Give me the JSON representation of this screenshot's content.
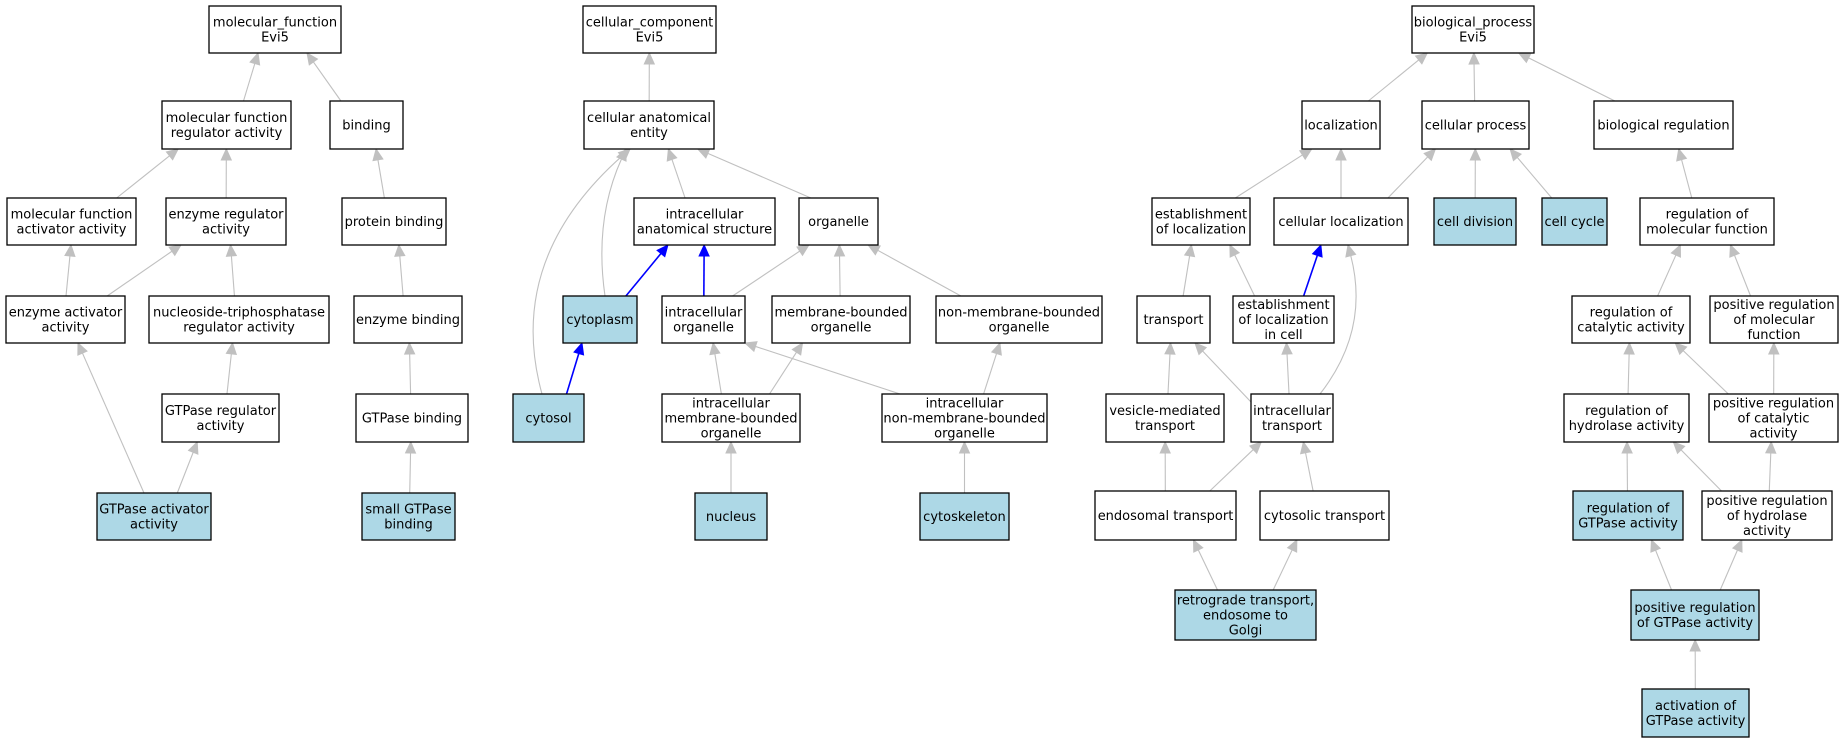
{
  "colors": {
    "highlight_fill": "#add8e6",
    "plain_fill": "#ffffff",
    "edge_default": "#c0c0c0",
    "edge_highlight": "#0000ff",
    "stroke": "#000000"
  },
  "nodes": [
    {
      "id": "mf_root",
      "lines": [
        "molecular_function",
        "Evi5"
      ],
      "highlight": false
    },
    {
      "id": "mf_reg",
      "lines": [
        "molecular function",
        "regulator activity"
      ],
      "highlight": false
    },
    {
      "id": "binding",
      "lines": [
        "binding"
      ],
      "highlight": false
    },
    {
      "id": "mf_act",
      "lines": [
        "molecular function",
        "activator activity"
      ],
      "highlight": false
    },
    {
      "id": "enz_reg",
      "lines": [
        "enzyme regulator",
        "activity"
      ],
      "highlight": false
    },
    {
      "id": "prot_bind",
      "lines": [
        "protein binding"
      ],
      "highlight": false
    },
    {
      "id": "enz_act",
      "lines": [
        "enzyme activator",
        "activity"
      ],
      "highlight": false
    },
    {
      "id": "ntp_reg",
      "lines": [
        "nucleoside-triphosphatase",
        "regulator activity"
      ],
      "highlight": false
    },
    {
      "id": "enz_bind",
      "lines": [
        "enzyme binding"
      ],
      "highlight": false
    },
    {
      "id": "gtp_reg",
      "lines": [
        "GTPase regulator",
        "activity"
      ],
      "highlight": false
    },
    {
      "id": "gtp_bind",
      "lines": [
        "GTPase binding"
      ],
      "highlight": false
    },
    {
      "id": "gap",
      "lines": [
        "GTPase activator",
        "activity"
      ],
      "highlight": true
    },
    {
      "id": "sm_gtp",
      "lines": [
        "small GTPase",
        "binding"
      ],
      "highlight": true
    },
    {
      "id": "cc_root",
      "lines": [
        "cellular_component",
        "Evi5"
      ],
      "highlight": false
    },
    {
      "id": "cae",
      "lines": [
        "cellular anatomical",
        "entity"
      ],
      "highlight": false
    },
    {
      "id": "ias",
      "lines": [
        "intracellular",
        "anatomical structure"
      ],
      "highlight": false
    },
    {
      "id": "organelle",
      "lines": [
        "organelle"
      ],
      "highlight": false
    },
    {
      "id": "cytoplasm",
      "lines": [
        "cytoplasm"
      ],
      "highlight": true
    },
    {
      "id": "intra_org",
      "lines": [
        "intracellular",
        "organelle"
      ],
      "highlight": false
    },
    {
      "id": "mem_org",
      "lines": [
        "membrane-bounded",
        "organelle"
      ],
      "highlight": false
    },
    {
      "id": "nonmem_org",
      "lines": [
        "non-membrane-bounded",
        "organelle"
      ],
      "highlight": false
    },
    {
      "id": "cytosol",
      "lines": [
        "cytosol"
      ],
      "highlight": true
    },
    {
      "id": "imbo",
      "lines": [
        "intracellular",
        "membrane-bounded",
        "organelle"
      ],
      "highlight": false
    },
    {
      "id": "inmbo",
      "lines": [
        "intracellular",
        "non-membrane-bounded",
        "organelle"
      ],
      "highlight": false
    },
    {
      "id": "nucleus",
      "lines": [
        "nucleus"
      ],
      "highlight": true
    },
    {
      "id": "cytoskeleton",
      "lines": [
        "cytoskeleton"
      ],
      "highlight": true
    },
    {
      "id": "bp_root",
      "lines": [
        "biological_process",
        "Evi5"
      ],
      "highlight": false
    },
    {
      "id": "localization",
      "lines": [
        "localization"
      ],
      "highlight": false
    },
    {
      "id": "cell_proc",
      "lines": [
        "cellular process"
      ],
      "highlight": false
    },
    {
      "id": "bio_reg",
      "lines": [
        "biological regulation"
      ],
      "highlight": false
    },
    {
      "id": "est_loc",
      "lines": [
        "establishment",
        "of localization"
      ],
      "highlight": false
    },
    {
      "id": "cell_loc",
      "lines": [
        "cellular localization"
      ],
      "highlight": false
    },
    {
      "id": "cell_div",
      "lines": [
        "cell division"
      ],
      "highlight": true
    },
    {
      "id": "cell_cyc",
      "lines": [
        "cell cycle"
      ],
      "highlight": true
    },
    {
      "id": "reg_mf",
      "lines": [
        "regulation of",
        "molecular function"
      ],
      "highlight": false
    },
    {
      "id": "transport",
      "lines": [
        "transport"
      ],
      "highlight": false
    },
    {
      "id": "est_loc_cell",
      "lines": [
        "establishment",
        "of localization",
        "in cell"
      ],
      "highlight": false
    },
    {
      "id": "reg_cat",
      "lines": [
        "regulation of",
        "catalytic activity"
      ],
      "highlight": false
    },
    {
      "id": "pos_reg_mf",
      "lines": [
        "positive regulation",
        "of molecular",
        "function"
      ],
      "highlight": false
    },
    {
      "id": "vesicle",
      "lines": [
        "vesicle-mediated",
        "transport"
      ],
      "highlight": false
    },
    {
      "id": "intra_trans",
      "lines": [
        "intracellular",
        "transport"
      ],
      "highlight": false
    },
    {
      "id": "reg_hyd",
      "lines": [
        "regulation of",
        "hydrolase activity"
      ],
      "highlight": false
    },
    {
      "id": "pos_reg_cat",
      "lines": [
        "positive regulation",
        "of catalytic",
        "activity"
      ],
      "highlight": false
    },
    {
      "id": "endo_trans",
      "lines": [
        "endosomal transport"
      ],
      "highlight": false
    },
    {
      "id": "cytosolic_trans",
      "lines": [
        "cytosolic transport"
      ],
      "highlight": false
    },
    {
      "id": "reg_gtp",
      "lines": [
        "regulation of",
        "GTPase activity"
      ],
      "highlight": true
    },
    {
      "id": "pos_reg_hyd",
      "lines": [
        "positive regulation",
        "of hydrolase",
        "activity"
      ],
      "highlight": false
    },
    {
      "id": "retro",
      "lines": [
        "retrograde transport,",
        "endosome to",
        "Golgi"
      ],
      "highlight": true
    },
    {
      "id": "pos_reg_gtp",
      "lines": [
        "positive regulation",
        "of GTPase activity"
      ],
      "highlight": true
    },
    {
      "id": "act_gtp",
      "lines": [
        "activation of",
        "GTPase activity"
      ],
      "highlight": true
    }
  ],
  "edges": [
    {
      "from": "mf_reg",
      "to": "mf_root",
      "highlight": false
    },
    {
      "from": "binding",
      "to": "mf_root",
      "highlight": false
    },
    {
      "from": "mf_act",
      "to": "mf_reg",
      "highlight": false
    },
    {
      "from": "enz_reg",
      "to": "mf_reg",
      "highlight": false
    },
    {
      "from": "prot_bind",
      "to": "binding",
      "highlight": false
    },
    {
      "from": "enz_act",
      "to": "mf_act",
      "highlight": false
    },
    {
      "from": "enz_act",
      "to": "enz_reg",
      "highlight": false
    },
    {
      "from": "ntp_reg",
      "to": "enz_reg",
      "highlight": false
    },
    {
      "from": "enz_bind",
      "to": "prot_bind",
      "highlight": false
    },
    {
      "from": "gtp_reg",
      "to": "ntp_reg",
      "highlight": false
    },
    {
      "from": "gtp_bind",
      "to": "enz_bind",
      "highlight": false
    },
    {
      "from": "gap",
      "to": "enz_act",
      "highlight": false
    },
    {
      "from": "gap",
      "to": "gtp_reg",
      "highlight": false
    },
    {
      "from": "sm_gtp",
      "to": "gtp_bind",
      "highlight": false
    },
    {
      "from": "cae",
      "to": "cc_root",
      "highlight": false
    },
    {
      "from": "ias",
      "to": "cae",
      "highlight": false
    },
    {
      "from": "organelle",
      "to": "cae",
      "highlight": false
    },
    {
      "from": "cytoplasm",
      "to": "cae",
      "highlight": false
    },
    {
      "from": "cytosol",
      "to": "cae",
      "highlight": false
    },
    {
      "from": "cytoplasm",
      "to": "ias",
      "highlight": true
    },
    {
      "from": "intra_org",
      "to": "ias",
      "highlight": true
    },
    {
      "from": "intra_org",
      "to": "organelle",
      "highlight": false
    },
    {
      "from": "mem_org",
      "to": "organelle",
      "highlight": false
    },
    {
      "from": "nonmem_org",
      "to": "organelle",
      "highlight": false
    },
    {
      "from": "cytosol",
      "to": "cytoplasm",
      "highlight": true
    },
    {
      "from": "imbo",
      "to": "intra_org",
      "highlight": false
    },
    {
      "from": "imbo",
      "to": "mem_org",
      "highlight": false
    },
    {
      "from": "inmbo",
      "to": "intra_org",
      "highlight": false
    },
    {
      "from": "inmbo",
      "to": "nonmem_org",
      "highlight": false
    },
    {
      "from": "nucleus",
      "to": "imbo",
      "highlight": false
    },
    {
      "from": "cytoskeleton",
      "to": "inmbo",
      "highlight": false
    },
    {
      "from": "localization",
      "to": "bp_root",
      "highlight": false
    },
    {
      "from": "cell_proc",
      "to": "bp_root",
      "highlight": false
    },
    {
      "from": "bio_reg",
      "to": "bp_root",
      "highlight": false
    },
    {
      "from": "est_loc",
      "to": "localization",
      "highlight": false
    },
    {
      "from": "cell_loc",
      "to": "localization",
      "highlight": false
    },
    {
      "from": "cell_loc",
      "to": "cell_proc",
      "highlight": false
    },
    {
      "from": "cell_div",
      "to": "cell_proc",
      "highlight": false
    },
    {
      "from": "cell_cyc",
      "to": "cell_proc",
      "highlight": false
    },
    {
      "from": "reg_mf",
      "to": "bio_reg",
      "highlight": false
    },
    {
      "from": "transport",
      "to": "est_loc",
      "highlight": false
    },
    {
      "from": "est_loc_cell",
      "to": "est_loc",
      "highlight": false
    },
    {
      "from": "est_loc_cell",
      "to": "cell_loc",
      "highlight": true
    },
    {
      "from": "reg_cat",
      "to": "reg_mf",
      "highlight": false
    },
    {
      "from": "pos_reg_mf",
      "to": "reg_mf",
      "highlight": false
    },
    {
      "from": "vesicle",
      "to": "transport",
      "highlight": false
    },
    {
      "from": "intra_trans",
      "to": "transport",
      "highlight": false
    },
    {
      "from": "intra_trans",
      "to": "est_loc_cell",
      "highlight": false
    },
    {
      "from": "intra_trans",
      "to": "cell_loc",
      "highlight": false
    },
    {
      "from": "reg_hyd",
      "to": "reg_cat",
      "highlight": false
    },
    {
      "from": "pos_reg_cat",
      "to": "reg_cat",
      "highlight": false
    },
    {
      "from": "pos_reg_cat",
      "to": "pos_reg_mf",
      "highlight": false
    },
    {
      "from": "endo_trans",
      "to": "vesicle",
      "highlight": false
    },
    {
      "from": "endo_trans",
      "to": "intra_trans",
      "highlight": false
    },
    {
      "from": "cytosolic_trans",
      "to": "intra_trans",
      "highlight": false
    },
    {
      "from": "reg_gtp",
      "to": "reg_hyd",
      "highlight": false
    },
    {
      "from": "pos_reg_hyd",
      "to": "reg_hyd",
      "highlight": false
    },
    {
      "from": "pos_reg_hyd",
      "to": "pos_reg_cat",
      "highlight": false
    },
    {
      "from": "retro",
      "to": "endo_trans",
      "highlight": false
    },
    {
      "from": "retro",
      "to": "cytosolic_trans",
      "highlight": false
    },
    {
      "from": "pos_reg_gtp",
      "to": "reg_gtp",
      "highlight": false
    },
    {
      "from": "pos_reg_gtp",
      "to": "pos_reg_hyd",
      "highlight": false
    },
    {
      "from": "act_gtp",
      "to": "pos_reg_gtp",
      "highlight": false
    }
  ]
}
